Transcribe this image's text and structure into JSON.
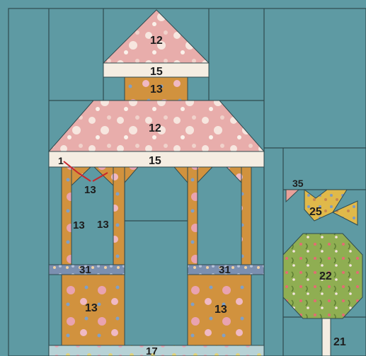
{
  "pattern": {
    "piece_labels": [
      {
        "id": "roof-top",
        "text": "12"
      },
      {
        "id": "band-top",
        "text": "15"
      },
      {
        "id": "cupola-body",
        "text": "13"
      },
      {
        "id": "roof-main",
        "text": "12"
      },
      {
        "id": "band-main-left",
        "text": "1"
      },
      {
        "id": "band-main",
        "text": "15"
      },
      {
        "id": "brace-left",
        "text": "13"
      },
      {
        "id": "post-left-a",
        "text": "13"
      },
      {
        "id": "post-left-b",
        "text": "13"
      },
      {
        "id": "rail-left",
        "text": "31"
      },
      {
        "id": "rail-right",
        "text": "31"
      },
      {
        "id": "wall-left",
        "text": "13"
      },
      {
        "id": "wall-right",
        "text": "13"
      },
      {
        "id": "ground",
        "text": "17"
      },
      {
        "id": "tulip-corner",
        "text": "35"
      },
      {
        "id": "tulip",
        "text": "25"
      },
      {
        "id": "tree",
        "text": "22"
      },
      {
        "id": "trunk",
        "text": "21"
      }
    ]
  },
  "colors": {
    "teal": "#5e9aa3",
    "seam": "#2f4a4f",
    "pink": "#e8adab",
    "pink_dark": "#d98f8d",
    "cream": "#f5ede2",
    "orange": "#d1923e",
    "blue_print": "#7b8fb0",
    "green": "#8fae52",
    "yellow": "#e0b94a",
    "red": "#c9262b"
  }
}
